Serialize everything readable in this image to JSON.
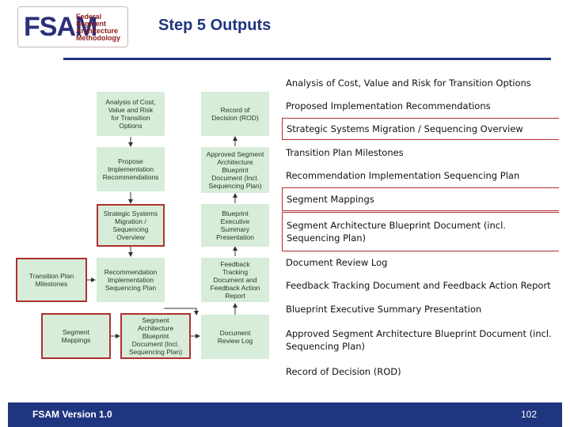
{
  "logo": {
    "big": "FSAM",
    "lines": [
      "Federal",
      "Segment",
      "Architecture",
      "Methodology"
    ]
  },
  "title": "Step 5 Outputs",
  "diagram": {
    "nodes": [
      {
        "id": "analysis",
        "label": "Analysis of Cost,\nValue and Risk\nfor Transition\nOptions"
      },
      {
        "id": "rod",
        "label": "Record of\nDecision (ROD)"
      },
      {
        "id": "propose",
        "label": "Propose\nImplementation\nRecommendations"
      },
      {
        "id": "approved",
        "label": "Approved Segment\nArchitecture\nBlueprint\nDocument (Incl.\nSequencing Plan)"
      },
      {
        "id": "strategic",
        "label": "Strategic Systems\nMigration /\nSequencing\nOverview"
      },
      {
        "id": "executive",
        "label": "Blueprint\nExecutive\nSummary\nPresentation"
      },
      {
        "id": "milestones",
        "label": "Transition Plan\nMilestones"
      },
      {
        "id": "recommendation",
        "label": "Recommendation\nImplementation\nSequencing Plan"
      },
      {
        "id": "feedback",
        "label": "Feedback\nTracking\nDocument and\nFeedback Action\nReport"
      },
      {
        "id": "mappings",
        "label": "Segment\nMappings"
      },
      {
        "id": "blueprint",
        "label": "Segment\nArchitecture\nBlueprint\nDocument (Incl.\nSequencing Plan)"
      },
      {
        "id": "review",
        "label": "Document\nReview Log"
      }
    ]
  },
  "outputs": [
    "Analysis of Cost, Value and Risk for Transition Options",
    "Proposed Implementation Recommendations",
    "Strategic Systems Migration / Sequencing Overview",
    "Transition Plan Milestones",
    "Recommendation Implementation Sequencing Plan",
    "Segment Mappings",
    "Segment Architecture Blueprint Document (incl. Sequencing Plan)",
    "Document Review Log",
    "Feedback Tracking Document and Feedback Action Report",
    "Blueprint Executive Summary Presentation",
    "Approved Segment Architecture Blueprint Document (incl. Sequencing Plan)",
    "Record of Decision (ROD)"
  ],
  "footer": {
    "version": "FSAM Version 1.0",
    "page": "102"
  },
  "colors": {
    "node_fill": "#d7ecd9",
    "highlight_border": "#b03030",
    "brand_blue": "#1f3580"
  }
}
